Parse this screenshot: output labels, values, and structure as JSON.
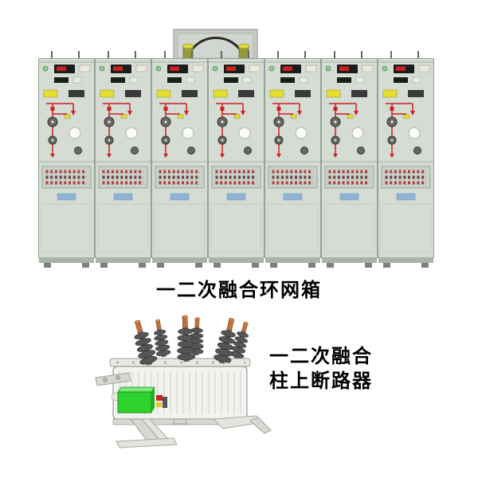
{
  "captions": {
    "ring_main_unit": "一二次融合环网箱",
    "pole_breaker_line1": "一二次融合",
    "pole_breaker_line2": "柱上断路器"
  },
  "figures": {
    "ring_main_unit": {
      "cabinet_count": 7
    },
    "pole_breaker": {
      "bushing_count": 6
    }
  },
  "colors": {
    "background": "#ffffff",
    "cabinet_body": "#d4dcd4",
    "cabinet_border": "#95a295",
    "display_black": "#1c1c1c",
    "mimic_red": "#cc2020",
    "label_yellow": "#e6df2e",
    "label_blue": "#8fb3d6",
    "breaker_tank": "#f2f2ee",
    "breaker_green": "#2fd32f",
    "bushing_gray": "#555555",
    "terminal_copper": "#c0703d"
  }
}
